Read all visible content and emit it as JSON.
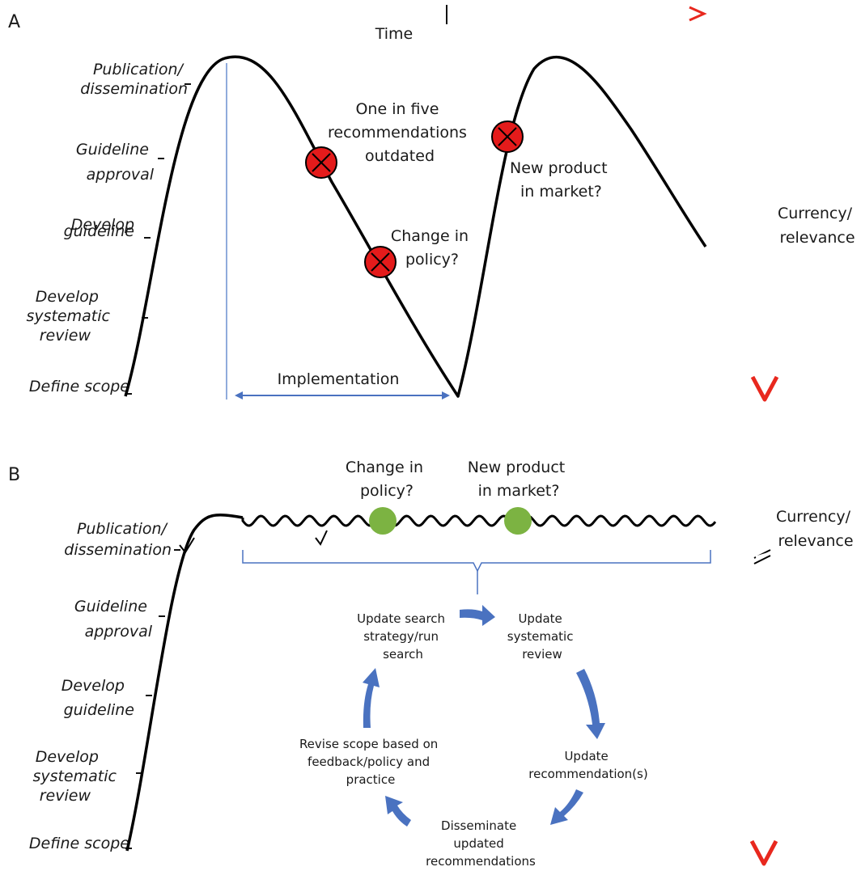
{
  "panel_a": {
    "label": "A",
    "time_label": "Time",
    "y_labels": [
      [
        "Publication/",
        "dissemination"
      ],
      [
        "Guideline",
        "approval"
      ],
      [
        "Develop",
        "guideline"
      ],
      [
        "Develop",
        "systematic",
        "review"
      ],
      [
        "Define scope"
      ]
    ],
    "events": {
      "outdated": [
        "One in five",
        "recommendations",
        "outdated"
      ],
      "policy": [
        "Change in",
        "policy?"
      ],
      "product": [
        "New product",
        "in market?"
      ]
    },
    "implementation_label": "Implementation",
    "currency_label": [
      "Currency/",
      "relevance"
    ]
  },
  "panel_b": {
    "label": "B",
    "y_labels": [
      [
        "Publication/",
        "dissemination"
      ],
      [
        "Guideline",
        "approval"
      ],
      [
        "Develop",
        "guideline"
      ],
      [
        "Develop",
        "systematic",
        "review"
      ],
      [
        "Define scope"
      ]
    ],
    "events": {
      "policy": [
        "Change in",
        "policy?"
      ],
      "product": [
        "New product",
        "in market?"
      ]
    },
    "cycle_steps": {
      "search": [
        "Update search",
        "strategy/run",
        "search"
      ],
      "review": [
        "Update",
        "systematic",
        "review"
      ],
      "recs": [
        "Update",
        "recommendation(s)"
      ],
      "dissem": [
        "Disseminate",
        "updated",
        "recommendations"
      ],
      "scope": [
        "Revise scope based on",
        "feedback/policy and",
        "practice"
      ]
    },
    "currency_label": [
      "Currency/",
      "relevance"
    ]
  },
  "colors": {
    "green": "#7cb342",
    "red": "#e8281e",
    "blue": "#4a72c0",
    "blue_line": "#6c8fd0",
    "marker_red": "#e41b1b",
    "dot_green": "#7cb342"
  },
  "icons": [
    "checkmark-icon",
    "x-circle-icon",
    "curved-arrow-icon"
  ]
}
